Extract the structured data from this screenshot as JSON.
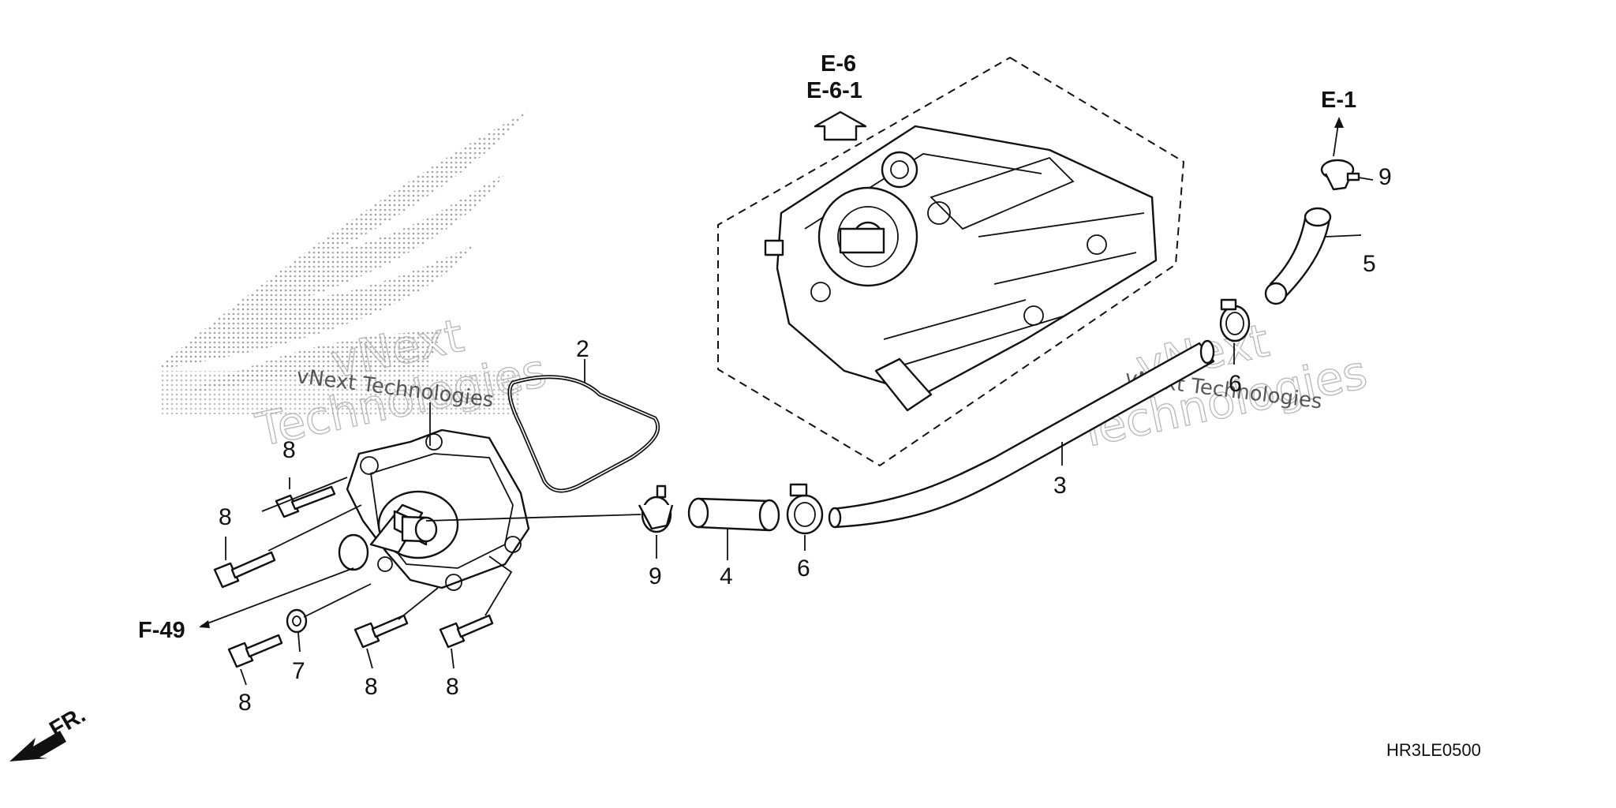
{
  "diagram": {
    "callouts": {
      "p2": "2",
      "p3": "3",
      "p4": "4",
      "p5": "5",
      "p6a": "6",
      "p6b": "6",
      "p7": "7",
      "p8a": "8",
      "p8b": "8",
      "p8c": "8",
      "p8d": "8",
      "p8e": "8",
      "p9a": "9",
      "p9b": "9"
    },
    "references": {
      "e6": "E-6",
      "e61": "E-6-1",
      "e1": "E-1",
      "f49": "F-49"
    },
    "front_label": "FR.",
    "diagram_code": "HR3LE0500",
    "watermarks": {
      "small_left": "vNext Technologies",
      "small_right": "vNext Technologies",
      "big_left_1": "vNext",
      "big_left_2": "Technologies",
      "big_right_1": "vNext",
      "big_right_2": "Technologies"
    }
  }
}
